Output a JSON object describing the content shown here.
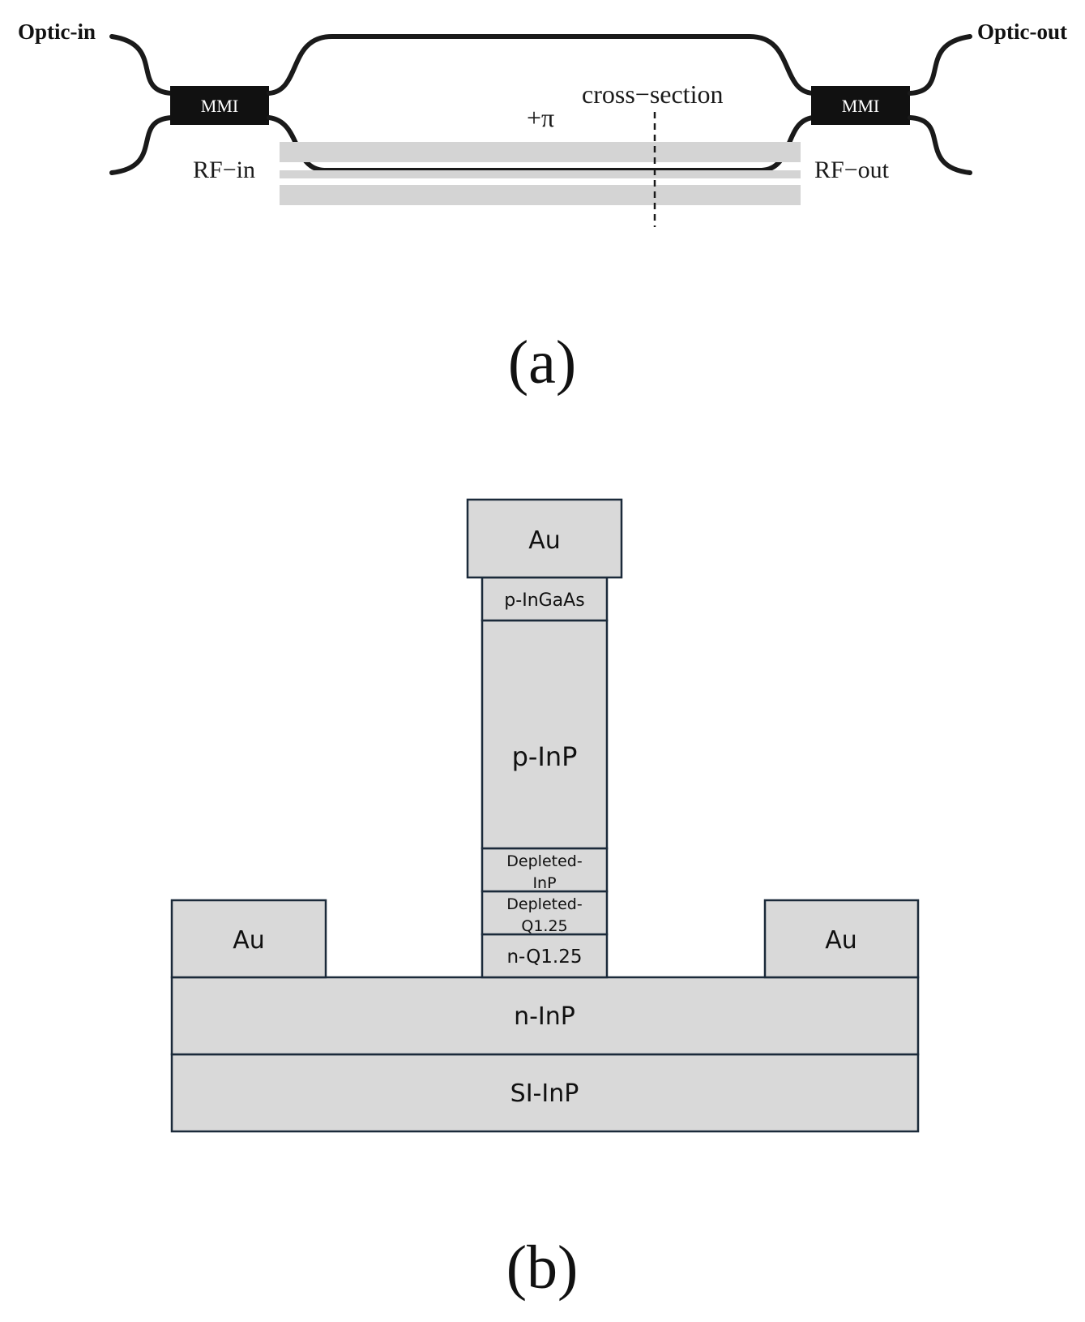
{
  "panel_a": {
    "labels": {
      "optic_in": "Optic-in",
      "optic_out": "Optic-out",
      "mmi_left": "MMI",
      "mmi_right": "MMI",
      "phase": "+π",
      "cross_section": "cross−section",
      "rf_in": "RF−in",
      "rf_out": "RF−out"
    },
    "caption": "(a)"
  },
  "panel_b": {
    "layers": {
      "au_top": "Au",
      "p_ingaas": "p-InGaAs",
      "p_inp": "p-InP",
      "depleted_inp_line1": "Depleted-",
      "depleted_inp_line2": "InP",
      "depleted_q_line1": "Depleted-",
      "depleted_q_line2": "Q1.25",
      "n_q": "n-Q1.25",
      "au_left": "Au",
      "au_right": "Au",
      "n_inp": "n-InP",
      "si_inp": "SI-InP"
    },
    "caption": "(b)"
  },
  "colors": {
    "layer_fill": "#d9d9d9",
    "layer_stroke": "#1b2a3a",
    "waveguide": "#1a1a1a",
    "electrode": "#d4d4d4"
  }
}
